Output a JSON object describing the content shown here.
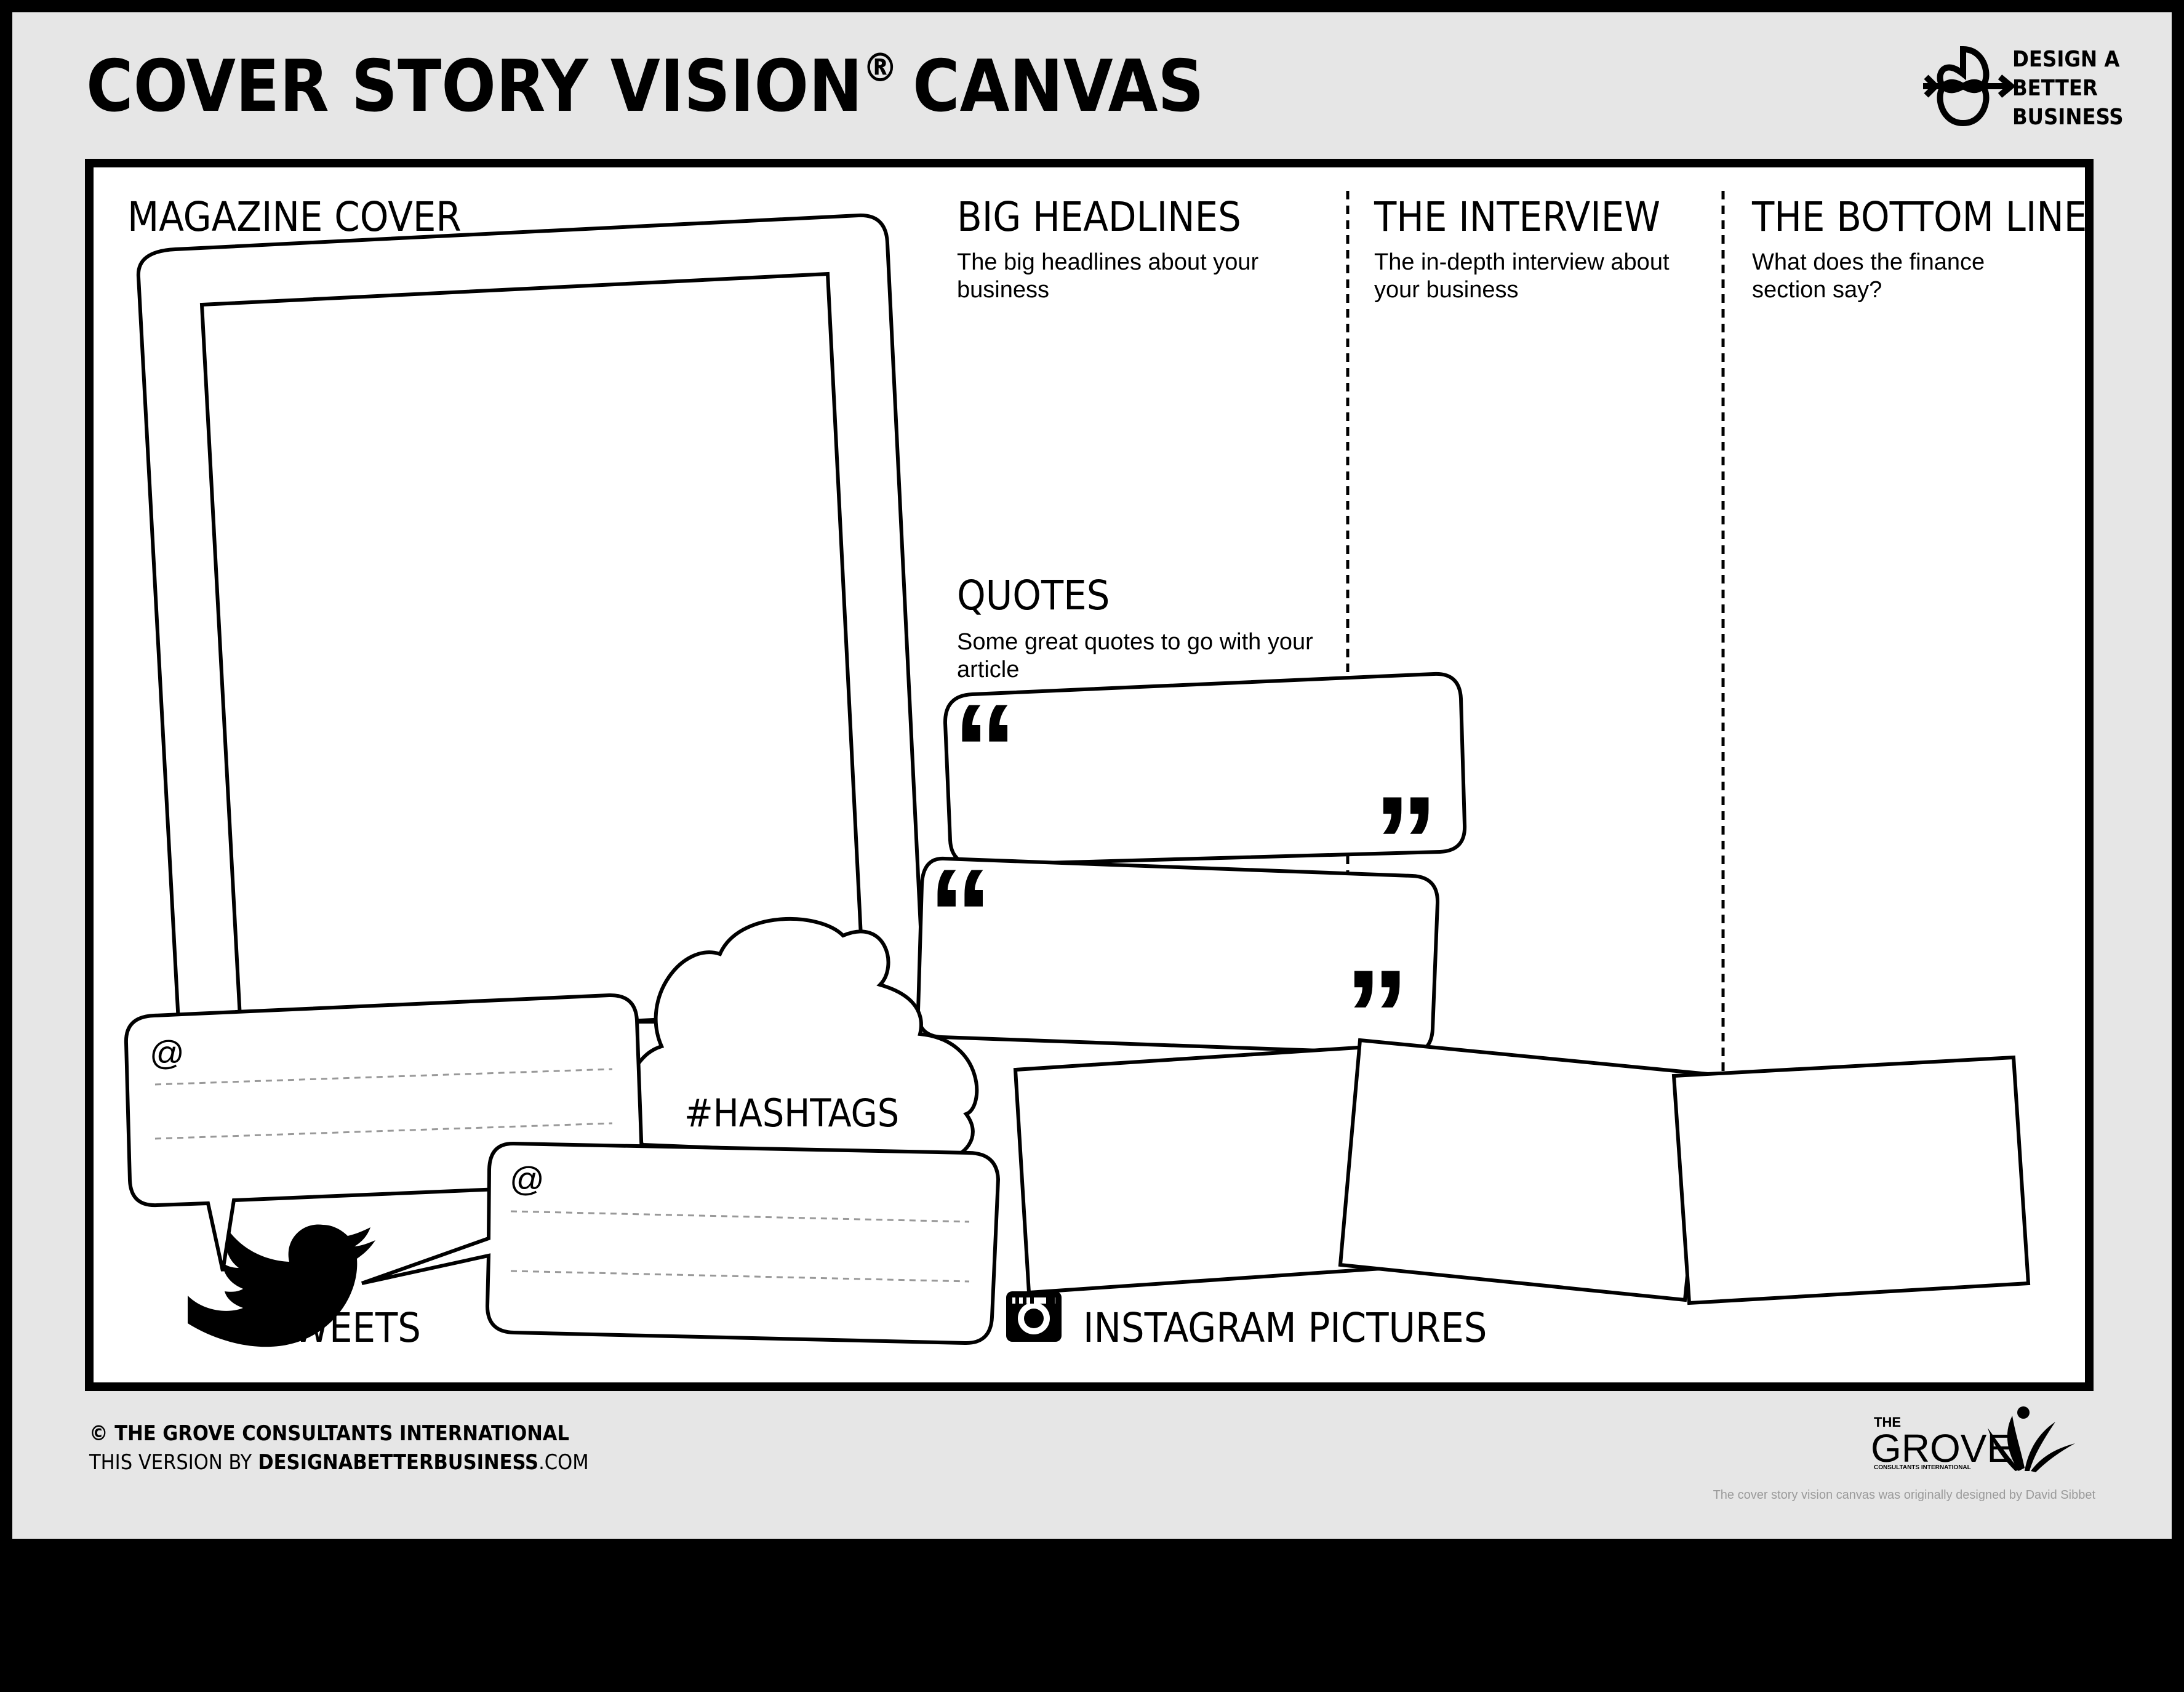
{
  "header": {
    "title": "COVER STORY VISION",
    "registered": "®",
    "title_suffix": "CANVAS",
    "brand_line1": "DESIGN A",
    "brand_line2": "BETTER",
    "brand_line3": "BUSINESS"
  },
  "sections": {
    "magazine_cover": {
      "title": "MAGAZINE COVER"
    },
    "big_headlines": {
      "title": "BIG HEADLINES",
      "desc_line1": "The big headlines about your",
      "desc_line2": "business"
    },
    "interview": {
      "title": "THE INTERVIEW",
      "desc_line1": "The in-depth interview about",
      "desc_line2": "your business"
    },
    "bottom_line": {
      "title": "THE BOTTOM LINE",
      "desc_line1": "What does the finance",
      "desc_line2": "section say?"
    },
    "quotes": {
      "title": "QUOTES",
      "desc_line1": "Some great quotes to go with your",
      "desc_line2": "article",
      "open_mark": "“",
      "close_mark": "”"
    },
    "tweets": {
      "title": "TWEETS",
      "at_symbol": "@"
    },
    "hashtags": {
      "title": "#HASHTAGS"
    },
    "instagram": {
      "title": "INSTAGRAM PICTURES"
    }
  },
  "footer": {
    "copyright": "© THE GROVE CONSULTANTS INTERNATIONAL",
    "version_prefix": "THIS VERSION BY",
    "version_bold": "DESIGNABETTERBUSINESS",
    "version_suffix": ".COM",
    "grove_the": "THE",
    "grove_name": "GROVE",
    "grove_sub": "CONSULTANTS INTERNATIONAL",
    "credit": "The cover story vision canvas was originally designed by David Sibbet"
  },
  "colors": {
    "background": "#e6e6e6",
    "frame": "#000000",
    "panel": "#ffffff",
    "ink": "#000000",
    "muted": "#9a9a9a"
  }
}
